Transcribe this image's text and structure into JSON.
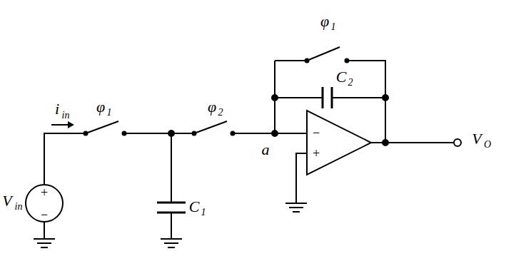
{
  "diagram": {
    "labels": [
      "i",
      "in",
      "φ",
      "1",
      "φ",
      "2",
      "φ",
      "1",
      "C",
      "2",
      "V",
      "O",
      "V",
      "in",
      "+",
      "−",
      "C",
      "1",
      "a",
      "−",
      "+"
    ]
  }
}
